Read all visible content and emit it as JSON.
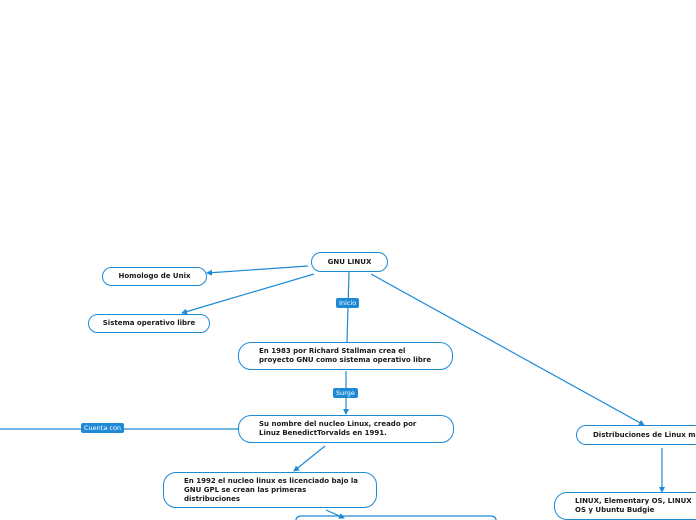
{
  "diagram": {
    "nodes": {
      "root": "GNU LINUX",
      "homologo": "Homologo de Unix",
      "libre": "Sistema operativo libre",
      "n1983": "En 1983 por Richard Stallman crea el proyecto GNU como sistema operativo libre",
      "nombre": "Su nombre del nucleo Linux, creado por Linuz BenedictTorvalds en 1991.",
      "n1992": "En 1992 el nucleo linux es licenciado bajo la GNU GPL se crean las primeras distribuciones",
      "distros": "Distribuciones de Linux ma",
      "distros_list": "LINUX, Elementary OS, LINUX OS y Ubuntu Budgie"
    },
    "edge_labels": {
      "inicio": "Inicio",
      "surge": "Surge",
      "cuenta_con": "Cuenta con"
    },
    "colors": {
      "accent": "#1e8ad6",
      "node_border": "#1e8ad6",
      "text": "#1a1a1a"
    }
  }
}
